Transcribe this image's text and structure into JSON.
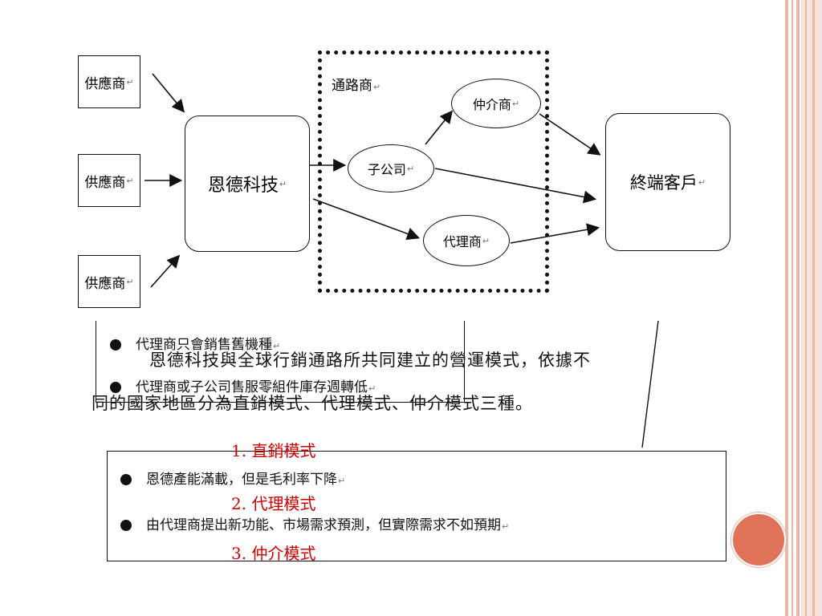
{
  "diagram": {
    "suppliers": [
      "供應商",
      "供應商",
      "供應商"
    ],
    "company": "恩德科技",
    "channel_label": "通路商",
    "subsidiary": "子公司",
    "broker": "仲介商",
    "agent": "代理商",
    "end_customer": "終端客戶",
    "return_mark": "↵"
  },
  "bullets_upper": [
    "代理商只會銷售舊機種",
    "代理商或子公司售服零組件庫存週轉低"
  ],
  "paragraph": {
    "line1": "恩德科技與全球行銷通路所共同建立的營運模式，依據不",
    "line2": "同的國家地區分為直銷模式、代理模式、仲介模式三種。"
  },
  "bullets_lower": [
    "恩德產能滿載，但是毛利率下降",
    "由代理商提出新功能、市場需求預測，但實際需求不如預期"
  ],
  "modes": [
    "1. 直銷模式",
    "2. 代理模式",
    "3. 仲介模式"
  ],
  "colors": {
    "accent_circle": "#e0725a",
    "stripe": "#e9b7a6",
    "mode_text": "#d00000"
  }
}
